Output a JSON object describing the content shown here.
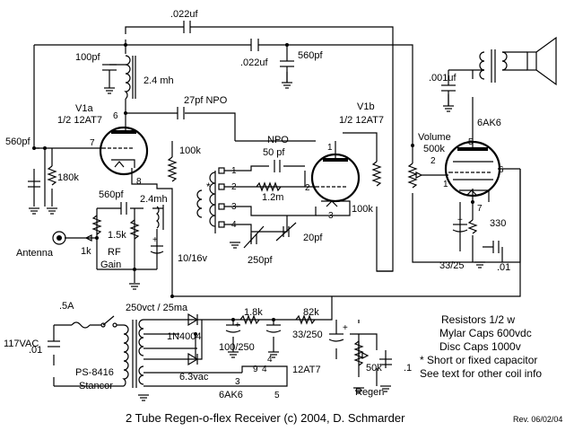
{
  "title": "2 Tube Regen-o-flex Receiver  (c) 2004, D. Schmarder",
  "revision": "Rev. 06/02/04",
  "components": {
    "c_top_feedback": ".022uf",
    "c_100pf": "100pf",
    "l_2_4mh": "2.4 mh",
    "c_022_mid": ".022uf",
    "c_560pf_top": "560pf",
    "c_001uf": ".001uf",
    "c_27pf": "27pf NPO",
    "v1a_name": "V1a",
    "v1a_type": "1/2 12AT7",
    "v1b_name": "V1b",
    "v1b_type": "1/2 12AT7",
    "v2_type": "6AK6",
    "c_560pf_left": "560pf",
    "r_180k": "180k",
    "r_100k_left": "100k",
    "c_npo_label": "NPO",
    "c_50pf": "50 pf",
    "r_1_2m": "1.2m",
    "r_100k_right": "100k",
    "volume_label": "Volume",
    "volume_value": "500k",
    "r_330": "330",
    "c_560pf_rf": "560pf",
    "l_2_4mh_rf": "2.4mh",
    "r_1k": "1k",
    "r_1_5k": "1.5k",
    "rf_gain_1": "RF",
    "rf_gain_2": "Gain",
    "antenna": "Antenna",
    "c_10_16v": "10/16v",
    "c_20pf": "20pf",
    "c_250pf": "250pf",
    "c_33_25": "33/25",
    "c_01_right": ".01",
    "fuse": ".5A",
    "mains": "117VAC",
    "c_01_left": ".01",
    "transformer_rating": "250vct / 25ma",
    "transformer_part_1": "PS-8416",
    "transformer_part_2": "Stancor",
    "diode": "1N4004",
    "heater_v": "6.3vac",
    "r_1_8k": "1.8k",
    "r_82k": "82k",
    "c_100_250": "100/250",
    "c_33_250": "33/250",
    "regen_pot": "50k",
    "regen_cap": ".1",
    "regen_label": "Regen",
    "heater_12at7": "12AT7",
    "heater_6ak6": "6AK6"
  },
  "pins": {
    "v1a_plate": "6",
    "v1a_grid": "7",
    "v1a_cathode": "8",
    "v1b_plate": "1",
    "v1b_grid": "2",
    "v1b_cathode": "3",
    "v2_plate": "5",
    "v2_grid": "2",
    "v2_g2": "6",
    "v2_cathode": "7",
    "v2_k": "1",
    "coil_1": "1",
    "coil_2": "2",
    "coil_3": "3",
    "coil_4": "4",
    "htr_4": "4",
    "htr_9": "9",
    "htr_3": "3",
    "htr_4b": "4",
    "htr_5": "5",
    "pol_plus_1": "+",
    "pol_plus_2": "+",
    "pol_plus_3": "+",
    "pol_plus_4": "+",
    "star": "*"
  },
  "notes": {
    "line1": "Resistors 1/2 w",
    "line2": "Mylar Caps 600vdc",
    "line3": "Disc Caps 1000v",
    "line4": "* Short or fixed capacitor",
    "line5": "See text for other coil info"
  }
}
